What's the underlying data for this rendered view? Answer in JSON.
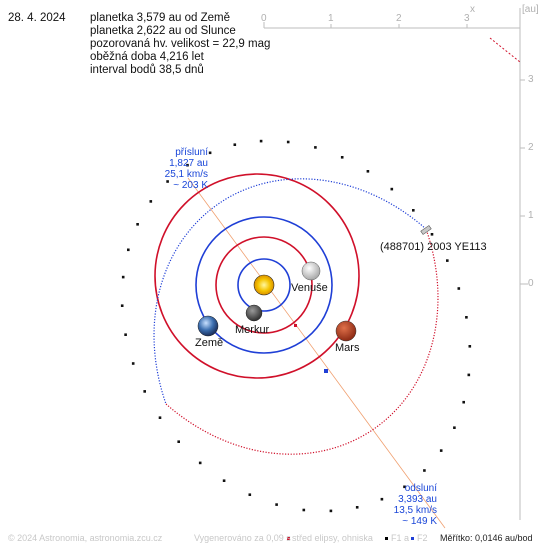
{
  "header": {
    "date": "28. 4. 2024",
    "lines": [
      "planetka 3,579 au od Země",
      "planetka 2,622 au od Slunce",
      "pozorovaná hv. velikost = 22,9 mag",
      "oběžná doba 4,216 let",
      "interval bodů 38,5 dnů"
    ]
  },
  "scale": {
    "x_label": "x",
    "unit": "[au]",
    "x_ticks": [
      "0",
      "1",
      "2",
      "3"
    ],
    "y_ticks": [
      "3",
      "2",
      "1",
      "0"
    ]
  },
  "bodies": {
    "asteroid": "(488701) 2003 YE113",
    "venus": "Venuše",
    "mercury": "Merkur",
    "earth": "Země",
    "mars": "Mars"
  },
  "perihelion": {
    "title": "přísluní",
    "distance": "1,827 au",
    "speed": "25,1 km/s",
    "temp": "~ 203 K"
  },
  "aphelion": {
    "title": "odsluní",
    "distance": "3,393 au",
    "speed": "13,5 km/s",
    "temp": "~ 149 K"
  },
  "footer": {
    "copyright": "© 2024 Astronomia, astronomia.zcu.cz",
    "generated": "Vygenerováno za 0,09 s",
    "legend_center": "střed elipsy, ohniska",
    "legend_f1": "F1 a",
    "legend_f2": "F2",
    "scale_text": "Měřítko: 0,0146 au/bod"
  },
  "colors": {
    "orbit_blue": "#1f3fd6",
    "orbit_red": "#d0102a",
    "annotation_blue": "#1a46d8",
    "sun": "#f5c400",
    "mars": "#c2462a",
    "apsis_line": "#f0a070"
  }
}
